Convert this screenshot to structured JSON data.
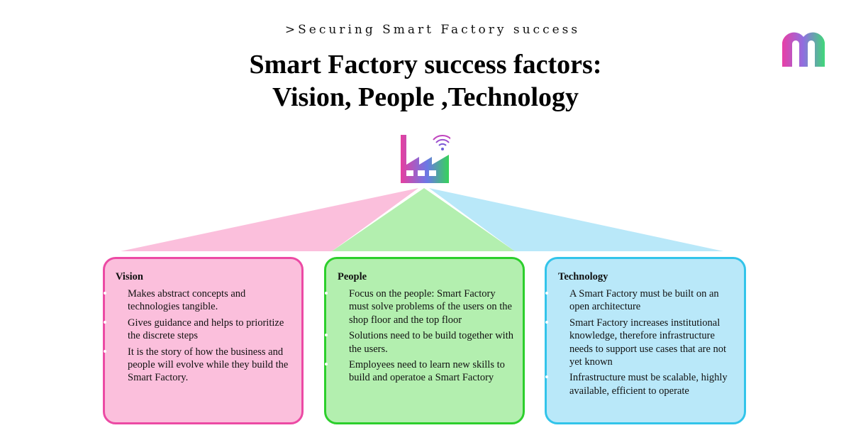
{
  "header": {
    "subtitle": ">Securing Smart Factory success",
    "title_line1": "Smart Factory success factors:",
    "title_line2": "Vision, People ,Technology"
  },
  "icons": {
    "logo": "m-brand-logo-icon",
    "center": "smart-factory-icon"
  },
  "colors": {
    "vision_fill": "#fbbfdc",
    "vision_border": "#ec4aa4",
    "people_fill": "#b3efaf",
    "people_border": "#2ccf2c",
    "technology_fill": "#b9e8f9",
    "technology_border": "#32c4ea"
  },
  "boxes": [
    {
      "heading": "Vision",
      "items": [
        "Makes abstract concepts and technologies tangible.",
        "Gives guidance and helps to prioritize the discrete steps",
        "It is the story of how the business and people will evolve while they build the Smart Factory."
      ]
    },
    {
      "heading": "People",
      "items": [
        "Focus on the people: Smart Factory must solve problems of the users on the shop floor and the top floor",
        "Solutions need to be build together with the users.",
        "Employees need to learn new skills to build and operatoe a Smart Factory"
      ]
    },
    {
      "heading": "Technology",
      "items": [
        "A Smart Factory must be built on an open architecture",
        "Smart Factory increases institutional knowledge, therefore infrastructure needs to support use cases that are not yet known",
        "Infrastructure must be scalable, highly available, efficient to operate"
      ]
    }
  ]
}
